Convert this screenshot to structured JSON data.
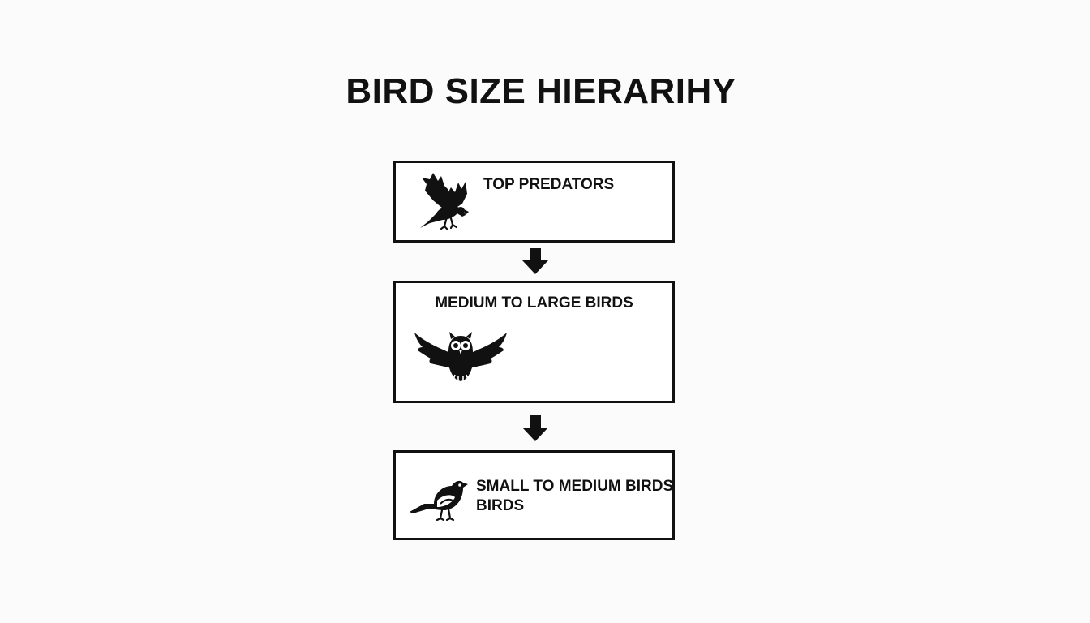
{
  "title": "BIRD SIZE HIERARIHY",
  "levels": [
    {
      "label": "TOP PREDATORS",
      "icon": "eagle-icon"
    },
    {
      "label": "MEDIUM TO LARGE BIRDS",
      "icon": "owl-icon"
    },
    {
      "label": "SMALL TO MEDIUM BIRDS",
      "label_line2": "BIRDS",
      "icon": "sparrow-icon"
    }
  ],
  "connector_icon": "arrow-down-icon",
  "colors": {
    "ink": "#111111",
    "background": "#fbfbfb",
    "box_fill": "#ffffff"
  }
}
